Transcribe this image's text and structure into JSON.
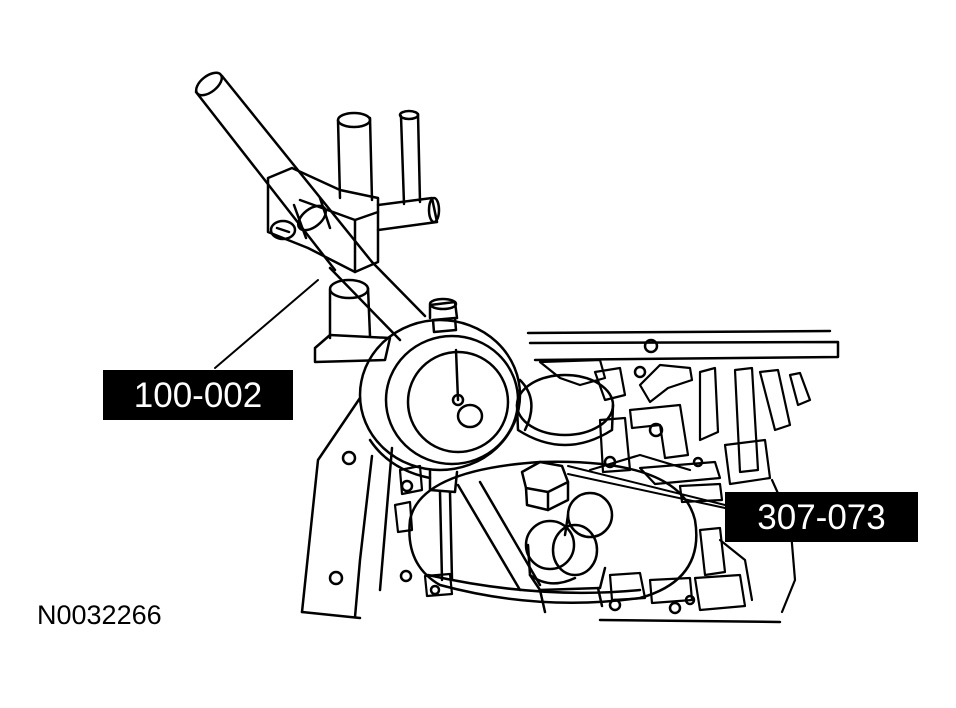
{
  "callouts": {
    "dial_indicator_holder": "100-002",
    "dial_indicator_tool": "307-073"
  },
  "figure_id": "N0032266",
  "colors": {
    "ink": "#000000",
    "paper": "#ffffff"
  }
}
